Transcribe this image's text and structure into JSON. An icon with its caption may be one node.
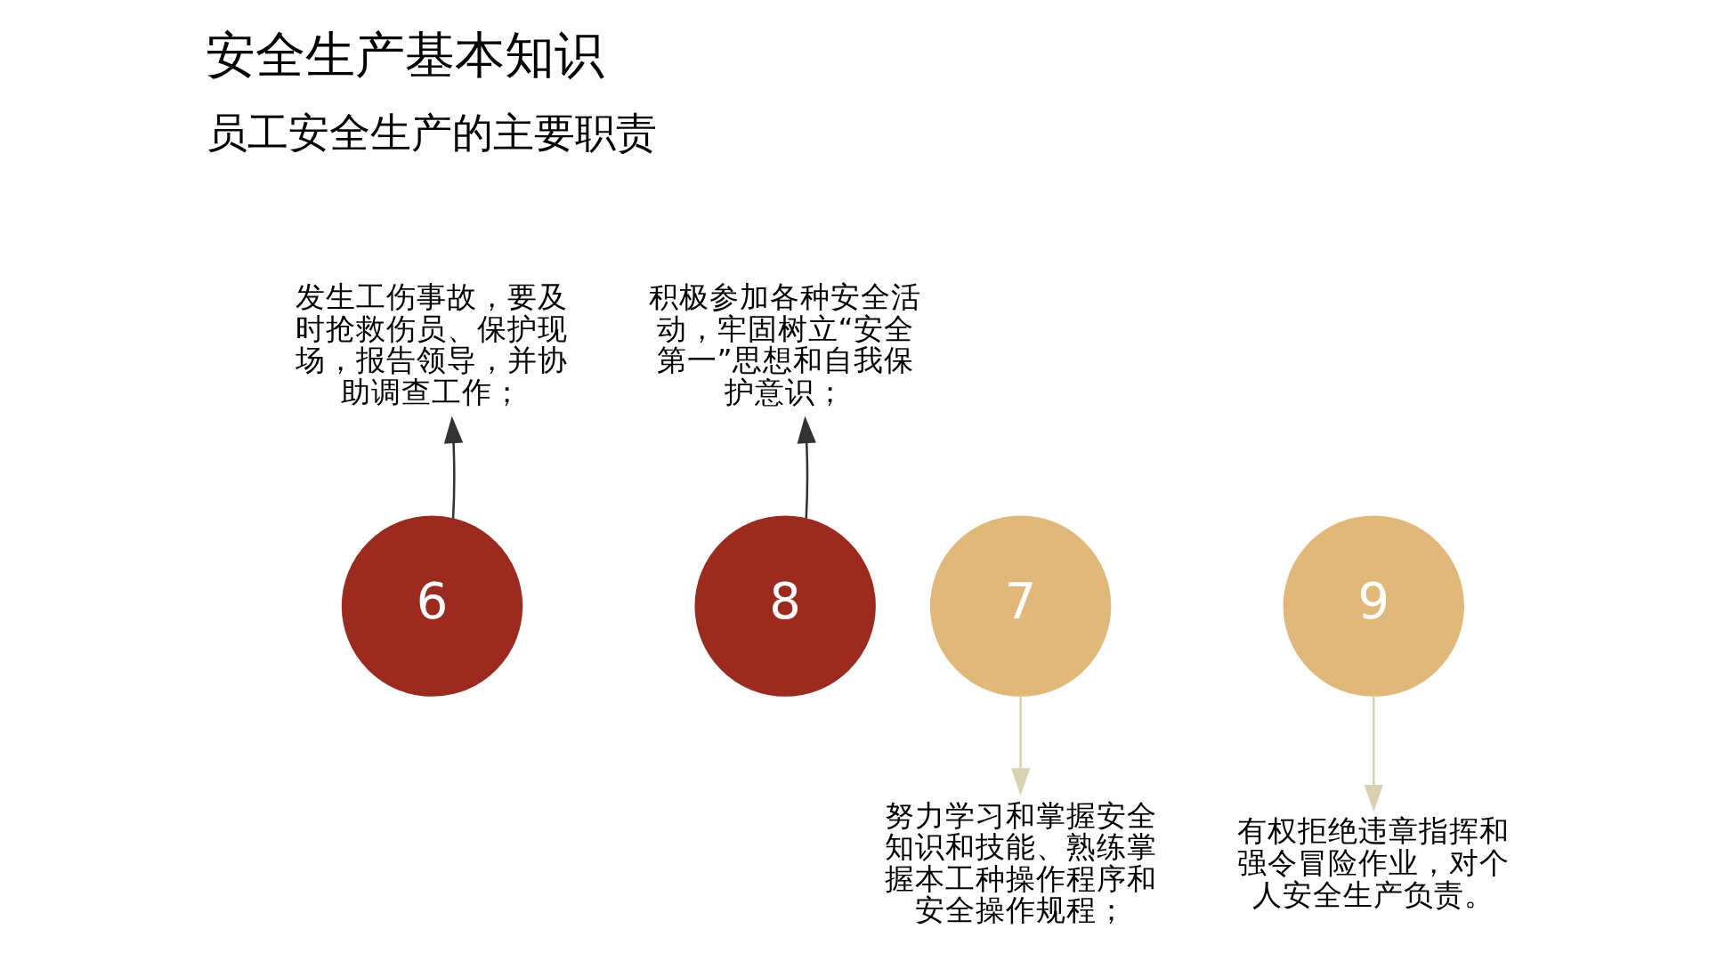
{
  "diagram": {
    "title": "安全生产基本知识",
    "nodes": [
      {
        "text": [
          "发生工伤事故，要及时抢救伤员、保护现场，报告领导，并协助调查工作；"
        ]
      },
      {
        "text": [
          "积极参加各种安全活动，牢固树立“安全第一”思想和自我保护意识；"
        ]
      },
      {
        "text": [
          "6"
        ]
      },
      {
        "text": [
          "7"
        ]
      },
      {
        "text": [
          "8"
        ]
      },
      {
        "text": [
          "9"
        ]
      },
      {
        "text": [
          "努力学习和掌握安全知识和技能、熟练掌握本工种操作程序和安全操作规程；"
        ]
      },
      {
        "text": [
          "有权拒绝违章指挥和强令冒险作业，对个人安全生产负责。"
        ]
      }
    ],
    "edges": [
      {
        "from": 2,
        "to": 0,
        "arrow": "to"
      },
      {
        "from": 4,
        "to": 1,
        "arrow": "to"
      },
      {
        "from": 3,
        "to": 6,
        "arrow": "to",
        "color": "#d9d2b0"
      },
      {
        "from": 5,
        "to": 7,
        "arrow": "to",
        "color": "#d9d2b0"
      }
    ],
    "labels": [
      "员工安全生产的主要职责"
    ]
  }
}
